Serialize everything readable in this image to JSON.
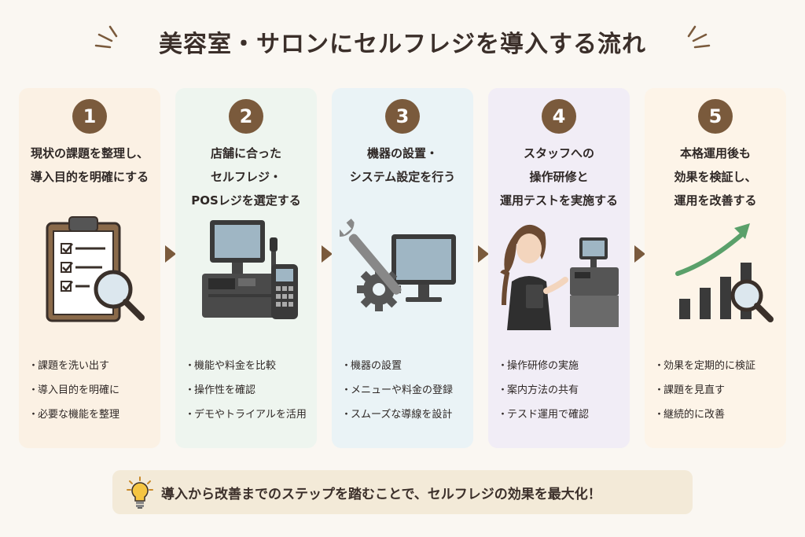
{
  "title": "美容室・サロンにセルフレジを導入する流れ",
  "colors": {
    "accent": "#7a5a3c",
    "card_backgrounds": [
      "#fbf1e4",
      "#eef5ef",
      "#eaf3f6",
      "#f1edf6",
      "#fdf4e8"
    ],
    "growth_arrow": "#5aa06a"
  },
  "steps": [
    {
      "number": "1",
      "heading_lines": [
        "現状の課題を整理し、",
        "導入目的を明確にする"
      ],
      "icon": "clipboard-checklist-magnifier-icon",
      "bullets": [
        "課題を洗い出す",
        "導入目的を明確に",
        "必要な機能を整理"
      ]
    },
    {
      "number": "2",
      "heading_lines": [
        "店舗に合った",
        "セルフレジ・",
        "POSレジを選定する"
      ],
      "icon": "pos-register-icon",
      "bullets": [
        "機能や料金を比較",
        "操作性を確認",
        "デモやトライアルを活用"
      ]
    },
    {
      "number": "3",
      "heading_lines": [
        "機器の設置・",
        "システム設定を行う"
      ],
      "icon": "wrench-gear-monitor-icon",
      "bullets": [
        "機器の設置",
        "メニューや料金の登録",
        "スムーズな導線を設計"
      ]
    },
    {
      "number": "4",
      "heading_lines": [
        "スタッフへの",
        "操作研修と",
        "運用テストを実施する"
      ],
      "icon": "staff-training-kiosk-icon",
      "bullets": [
        "操作研修の実施",
        "案内方法の共有",
        "テスド運用で確認"
      ]
    },
    {
      "number": "5",
      "heading_lines": [
        "本格運用後も",
        "効果を検証し、",
        "運用を改善する"
      ],
      "icon": "growth-chart-magnifier-icon",
      "bullets": [
        "効果を定期的に検証",
        "課題を見直す",
        "継続的に改善"
      ]
    }
  ],
  "tip": {
    "icon": "lightbulb-icon",
    "text": "導入から改善までのステップを踏むことで、セルフレジの効果を最大化！"
  }
}
